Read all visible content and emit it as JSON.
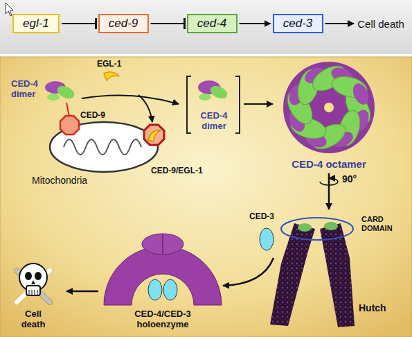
{
  "diagram": {
    "nodes": [
      {
        "text": [
          "egl-1"
        ]
      },
      {
        "text": [
          "ced-9"
        ]
      },
      {
        "text": [
          "ced-4"
        ]
      },
      {
        "text": [
          "ced-3"
        ]
      },
      {
        "text": [
          "Cell death"
        ]
      }
    ],
    "edges": [
      {
        "from": 0,
        "to": 1,
        "arrow": "to"
      },
      {
        "from": 1,
        "to": 2,
        "arrow": "to"
      },
      {
        "from": 2,
        "to": 3,
        "arrow": "to"
      },
      {
        "from": 3,
        "to": 4,
        "arrow": "to"
      }
    ],
    "labels": [
      "CED-4 dimer",
      "EGL-1",
      "CED-9",
      "Mitochondria",
      "CED-9/EGL-1",
      "CED-4 dimer",
      "CED-4 octamer",
      "90°",
      "CARD DOMAIN",
      "Hutch",
      "CED-3",
      "CED-4/CED-3 holoenzyme",
      "Cell death"
    ]
  }
}
